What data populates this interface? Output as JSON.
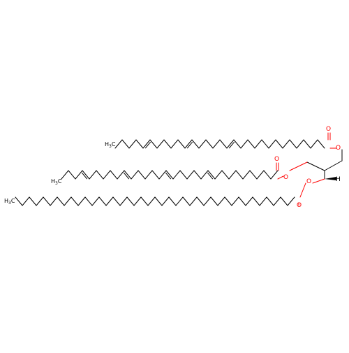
{
  "molecule": {
    "bond_color": "#000000",
    "hetero_color": "#ff0000",
    "hydrogen_color": "#000000",
    "labels": {
      "o_ester_1": "O",
      "o_carbonyl_1": "O",
      "o_ester_2": "O",
      "o_carbonyl_2": "O",
      "o_ester_3": "O",
      "o_carbonyl_3": "O",
      "h_stereo": "H",
      "ch3_1_main": "H",
      "ch3_1_sub": "3",
      "ch3_1_tail": "C",
      "ch3_2_main": "H",
      "ch3_2_sub": "3",
      "ch3_2_tail": "C",
      "ch3_3_main": "H",
      "ch3_3_sub": "3",
      "ch3_3_tail": "C"
    }
  }
}
